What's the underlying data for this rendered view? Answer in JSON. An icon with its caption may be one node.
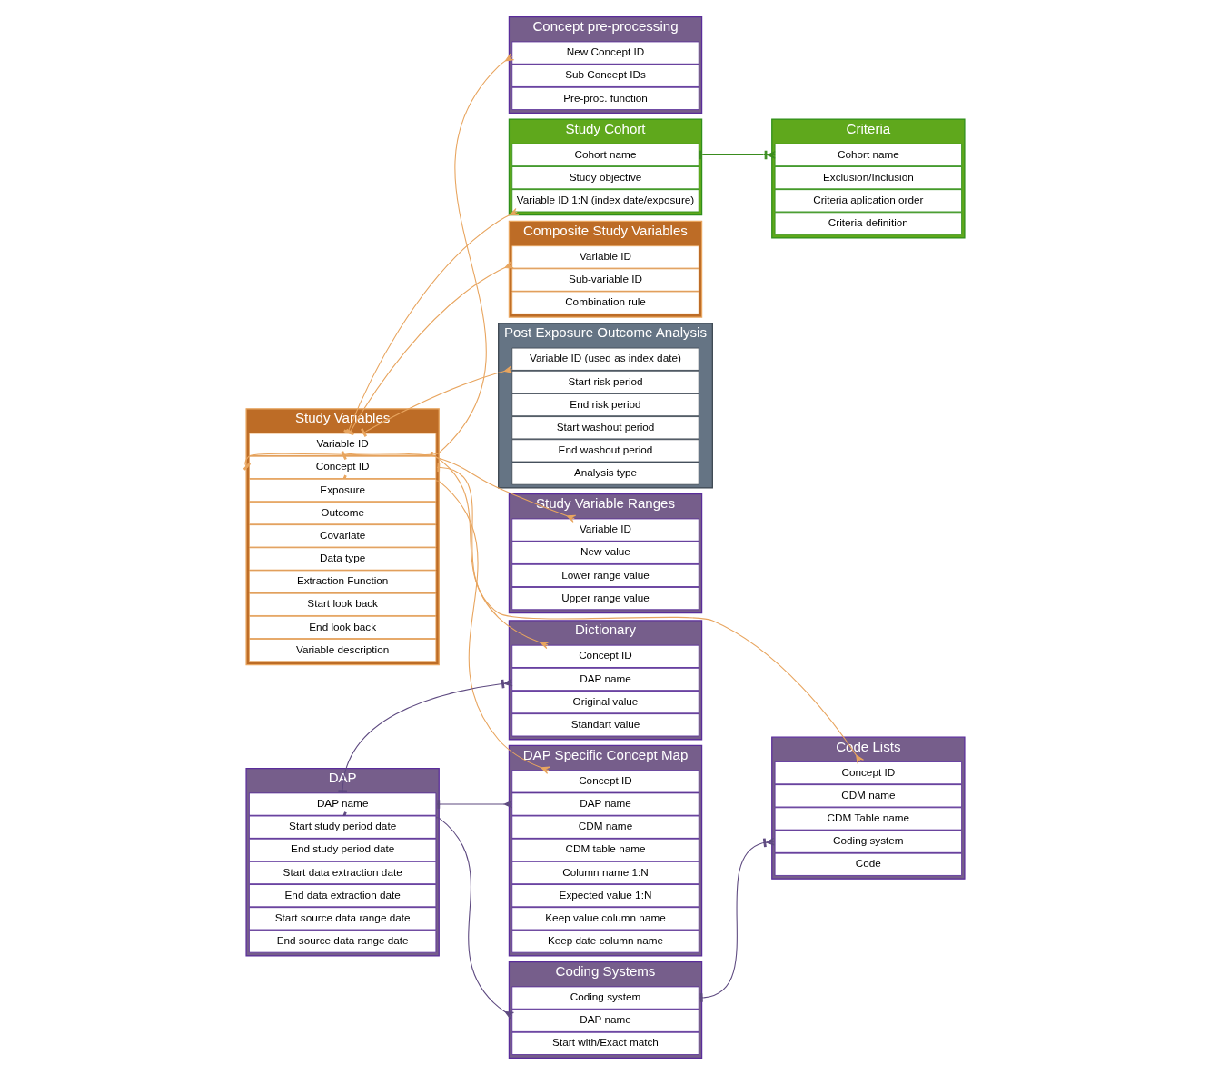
{
  "diagram": {
    "nodes": [
      {
        "text": [
          "Study Cohort"
        ]
      },
      {
        "text": [
          "Cohort name"
        ],
        "in": 0
      },
      {
        "text": [
          "Study objective"
        ],
        "in": 0
      },
      {
        "text": [
          "Variable ID 1:N (index date/exposure)"
        ],
        "in": 0
      },
      {
        "text": [
          "Criteria"
        ]
      },
      {
        "text": [
          "Cohort name"
        ],
        "in": 4
      },
      {
        "text": [
          "Exclusion/Inclusion"
        ],
        "in": 4
      },
      {
        "text": [
          "Criteria aplication order"
        ],
        "in": 4
      },
      {
        "text": [
          "Criteria definition"
        ],
        "in": 4
      },
      {
        "text": [
          "Composite Study Variables"
        ]
      },
      {
        "text": [
          "Variable ID"
        ],
        "in": 9
      },
      {
        "text": [
          "Sub-variable ID"
        ],
        "in": 9
      },
      {
        "text": [
          "Combination rule"
        ],
        "in": 9
      },
      {
        "text": [
          "Study Variables"
        ]
      },
      {
        "text": [
          "Variable ID"
        ],
        "in": 13
      },
      {
        "text": [
          "Concept ID"
        ],
        "in": 13
      },
      {
        "text": [
          "Exposure"
        ],
        "in": 13
      },
      {
        "text": [
          "Outcome"
        ],
        "in": 13
      },
      {
        "text": [
          "Covariate"
        ],
        "in": 13
      },
      {
        "text": [
          "Data type"
        ],
        "in": 13
      },
      {
        "text": [
          "Extraction Function"
        ],
        "in": 13
      },
      {
        "text": [
          "Start look back"
        ],
        "in": 13
      },
      {
        "text": [
          "End look back"
        ],
        "in": 13
      },
      {
        "text": [
          "Variable description"
        ],
        "in": 13
      },
      {
        "text": [
          "Post Exposure Outcome Analysis"
        ]
      },
      {
        "text": [
          "Variable ID (used as index date)"
        ],
        "in": 24
      },
      {
        "text": [
          "Start risk period"
        ],
        "in": 24
      },
      {
        "text": [
          "End risk period"
        ],
        "in": 24
      },
      {
        "text": [
          "Start washout period"
        ],
        "in": 24
      },
      {
        "text": [
          "End washout period"
        ],
        "in": 24
      },
      {
        "text": [
          "Analysis type"
        ],
        "in": 24
      },
      {
        "text": [
          "Study Variable Ranges"
        ]
      },
      {
        "text": [
          "Variable ID"
        ],
        "in": 31
      },
      {
        "text": [
          "New value"
        ],
        "in": 31
      },
      {
        "text": [
          "Lower range value"
        ],
        "in": 31
      },
      {
        "text": [
          "Upper range value"
        ],
        "in": 31
      },
      {
        "text": [
          "Concept pre-processing"
        ]
      },
      {
        "text": [
          "New Concept ID"
        ],
        "in": 36
      },
      {
        "text": [
          "Sub Concept IDs"
        ],
        "in": 36
      },
      {
        "text": [
          "Pre-proc. function"
        ],
        "in": 36
      },
      {
        "text": [
          "Code Lists"
        ]
      },
      {
        "text": [
          "Concept ID"
        ],
        "in": 40
      },
      {
        "text": [
          "CDM name"
        ],
        "in": 40
      },
      {
        "text": [
          "CDM Table name"
        ],
        "in": 40
      },
      {
        "text": [
          "Coding system"
        ],
        "in": 40
      },
      {
        "text": [
          "Code"
        ],
        "in": 40
      },
      {
        "text": [
          "DAP Specific Concept Map"
        ]
      },
      {
        "text": [
          "Concept ID"
        ],
        "in": 46
      },
      {
        "text": [
          "DAP name"
        ],
        "in": 46
      },
      {
        "text": [
          "CDM name"
        ],
        "in": 46
      },
      {
        "text": [
          "CDM table name"
        ],
        "in": 46
      },
      {
        "text": [
          "Column name 1:N"
        ],
        "in": 46
      },
      {
        "text": [
          "Expected value 1:N"
        ],
        "in": 46
      },
      {
        "text": [
          "Keep value column name"
        ],
        "in": 46
      },
      {
        "text": [
          "Keep date column name"
        ],
        "in": 46
      },
      {
        "text": [
          "Dictionary"
        ]
      },
      {
        "text": [
          "Concept ID"
        ],
        "in": 55
      },
      {
        "text": [
          "DAP name"
        ],
        "in": 55
      },
      {
        "text": [
          "Original value"
        ],
        "in": 55
      },
      {
        "text": [
          "Standart value"
        ],
        "in": 55
      },
      {
        "text": [
          "DAP"
        ]
      },
      {
        "text": [
          "DAP name"
        ],
        "in": 60
      },
      {
        "text": [
          "Start study period date"
        ],
        "in": 60
      },
      {
        "text": [
          "End study period date"
        ],
        "in": 60
      },
      {
        "text": [
          "Start data extraction date"
        ],
        "in": 60
      },
      {
        "text": [
          "End data extraction date"
        ],
        "in": 60
      },
      {
        "text": [
          "Start source data range date"
        ],
        "in": 60
      },
      {
        "text": [
          "End source data range date"
        ],
        "in": 60
      },
      {
        "text": [
          "Coding Systems"
        ]
      },
      {
        "text": [
          "Coding system"
        ],
        "in": 68
      },
      {
        "text": [
          "DAP name"
        ],
        "in": 68
      },
      {
        "text": [
          "Start with/Exact match"
        ],
        "in": 68
      }
    ],
    "edges": [
      {
        "from": 1,
        "to": 5,
        "arrow": "other",
        "color": "#3a8c1e"
      },
      {
        "from": 14,
        "to": 3,
        "arrow": "other"
      },
      {
        "from": 14,
        "to": 10,
        "arrow": "other"
      },
      {
        "from": 14,
        "to": 32,
        "arrow": "other"
      },
      {
        "from": 14,
        "to": 25,
        "arrow": "other"
      },
      {
        "from": 15,
        "to": 37,
        "arrow": "other"
      },
      {
        "from": 15,
        "to": 41,
        "arrow": "other"
      },
      {
        "from": 15,
        "to": 47,
        "arrow": "other"
      },
      {
        "from": 15,
        "to": 56,
        "arrow": "other"
      },
      {
        "from": 61,
        "to": 57,
        "arrow": "other",
        "color": "#5e4a80"
      },
      {
        "from": 61,
        "to": 48,
        "arrow": "other",
        "color": "#5e4a80"
      },
      {
        "from": 61,
        "to": 70,
        "arrow": "other",
        "color": "#5e4a80"
      },
      {
        "from": 69,
        "to": 44,
        "arrow": "other",
        "color": "#5e4a80"
      }
    ]
  }
}
